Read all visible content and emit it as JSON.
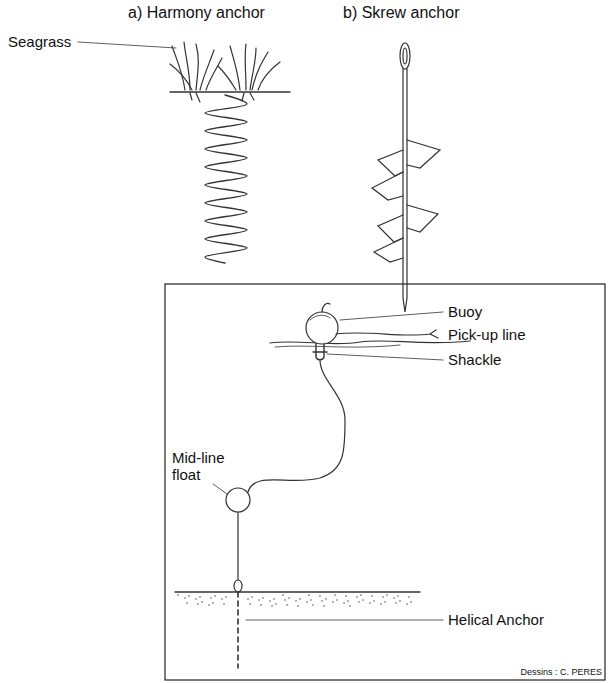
{
  "diagram": {
    "labels": [
      "a) Harmony anchor",
      "b) Skrew anchor",
      "Seagrass",
      "Buoy",
      "Pick-up line",
      "Shackle",
      "Mid-line float",
      "Helical Anchor",
      "Dessins : C. PERES"
    ]
  }
}
